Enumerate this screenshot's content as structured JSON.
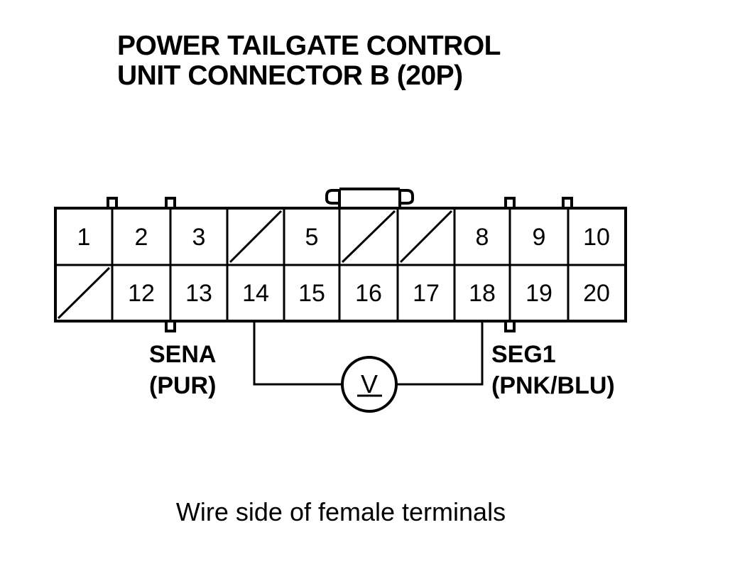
{
  "diagram": {
    "title_line1": "POWER TAILGATE CONTROL",
    "title_line2": "UNIT CONNECTOR B (20P)",
    "caption": "Wire side of female terminals",
    "top_row": [
      "1",
      "2",
      "3",
      "",
      "5",
      "",
      "",
      "8",
      "9",
      "10"
    ],
    "bottom_row": [
      "",
      "12",
      "13",
      "14",
      "15",
      "16",
      "17",
      "18",
      "19",
      "20"
    ],
    "left_wire": {
      "name": "SENA",
      "color": "(PUR)"
    },
    "right_wire": {
      "name": "SEG1",
      "color": "(PNK/BLU)"
    },
    "meter_symbol": "V"
  }
}
